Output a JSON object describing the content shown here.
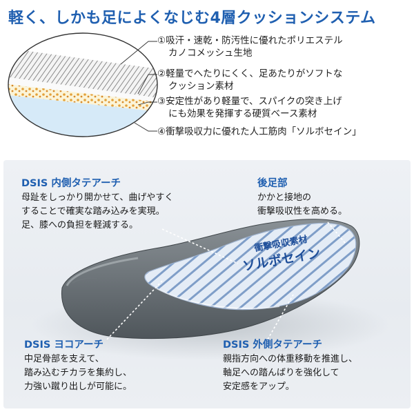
{
  "title": "軽く、しかも足によくなじむ4層クッションシステム",
  "layers": [
    {
      "lines": [
        "①吸汗・速乾・防汚性に優れたポリエステル",
        "カノコメッシュ生地"
      ]
    },
    {
      "lines": [
        "②軽量でへたりにくく、足あたりがソフトな",
        "クッション素材"
      ]
    },
    {
      "lines": [
        "③安定性があり軽量で、スパイクの突き上げ",
        "にも効果を発揮する硬質ベース素材"
      ]
    },
    {
      "lines": [
        "④衝撃吸収力に優れた人工筋肉「ソルボセイン」"
      ]
    }
  ],
  "callouts": {
    "dsis_inner": {
      "title": "DSIS 内側タテアーチ",
      "lines": [
        "母趾をしっかり開かせて、曲げやすく",
        "することで確実な踏み込みを実現。",
        "足、膝への負担を軽減する。"
      ]
    },
    "heel": {
      "title": "後足部",
      "lines": [
        "かかと接地の",
        "衝撃吸収性を高める。"
      ]
    },
    "dsis_cross": {
      "title": "DSIS ヨコアーチ",
      "lines": [
        "中足骨部を支えて、",
        "踏み込むチカラを集約し、",
        "力強い蹴り出しが可能に。"
      ]
    },
    "dsis_outer": {
      "title": "DSIS 外側タテアーチ",
      "lines": [
        "親指方向への体重移動を推進し、",
        "軸足への踏んばりを強化して",
        "安定感をアップ。"
      ]
    }
  },
  "sorbothane_label": {
    "small": "衝撃吸収素材",
    "big": "ソルボセイン"
  },
  "colors": {
    "accent": "#1f5fb0",
    "insole_gray": "#6c7378",
    "pad_blue": "#dce6f2",
    "layer_bg": "#d9ecf8"
  }
}
